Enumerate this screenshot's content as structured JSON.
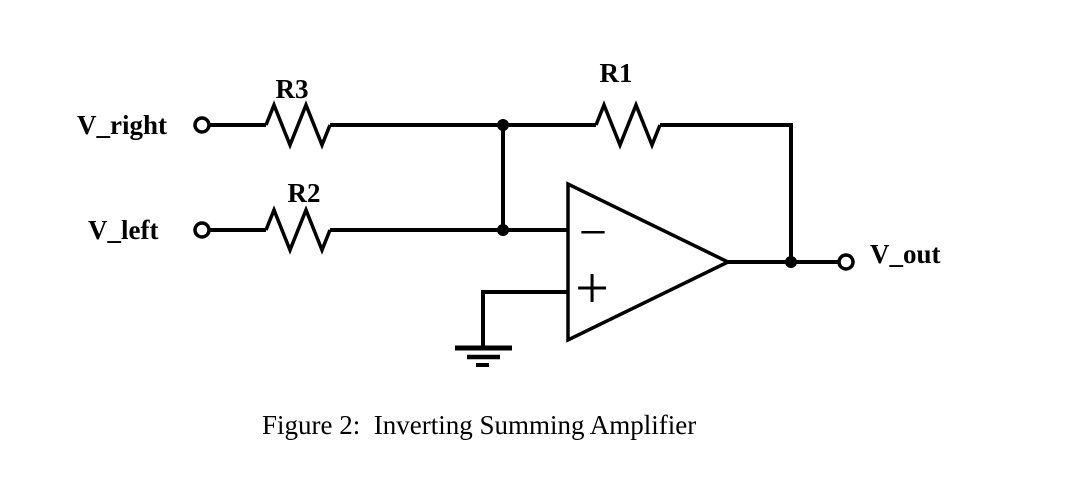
{
  "diagram": {
    "type": "circuit-schematic",
    "caption": "Figure 2:  Inverting Summing Amplifier",
    "labels": {
      "v_right": "V_right",
      "v_left": "V_left",
      "v_out": "V_out",
      "r1": "R1",
      "r2": "R2",
      "r3": "R3",
      "opamp_minus": "−",
      "opamp_plus": "+"
    },
    "components": {
      "opamp": "op-amp",
      "ground": "ground",
      "input_resistors": [
        "R3",
        "R2"
      ],
      "feedback_resistor": "R1"
    },
    "colors": {
      "stroke": "#000000",
      "text": "#000000",
      "background": "#ffffff"
    }
  }
}
